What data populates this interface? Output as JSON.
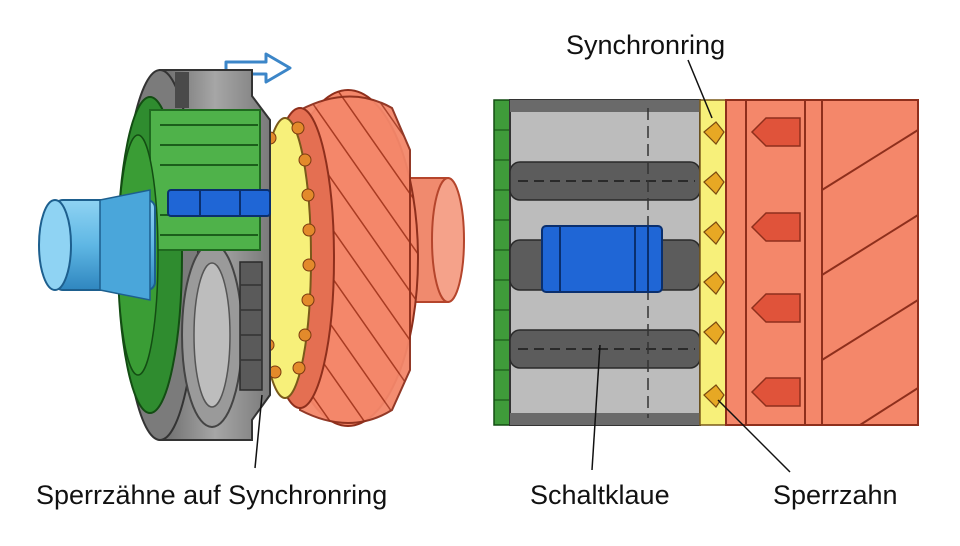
{
  "labels": {
    "synchronring": "Synchronring",
    "sperrzaehne_auf_synchronring": "Sperrzähne auf Synchronring",
    "schaltklaue": "Schaltklaue",
    "sperrzahn": "Sperrzahn"
  },
  "colors": {
    "gear_orange": "#f4876a",
    "gear_dark_orange": "#c9452e",
    "hub_green": "#3f9b3a",
    "sleeve_gray": "#8e8e8e",
    "sleeve_dark": "#555555",
    "shaft_blue": "#5fb7e4",
    "key_blue": "#1f66d6",
    "ring_yellow": "#f7f07a",
    "arrow_blue": "#3c86c8"
  },
  "icons": {
    "direction_arrow": "hollow-right-arrow"
  }
}
